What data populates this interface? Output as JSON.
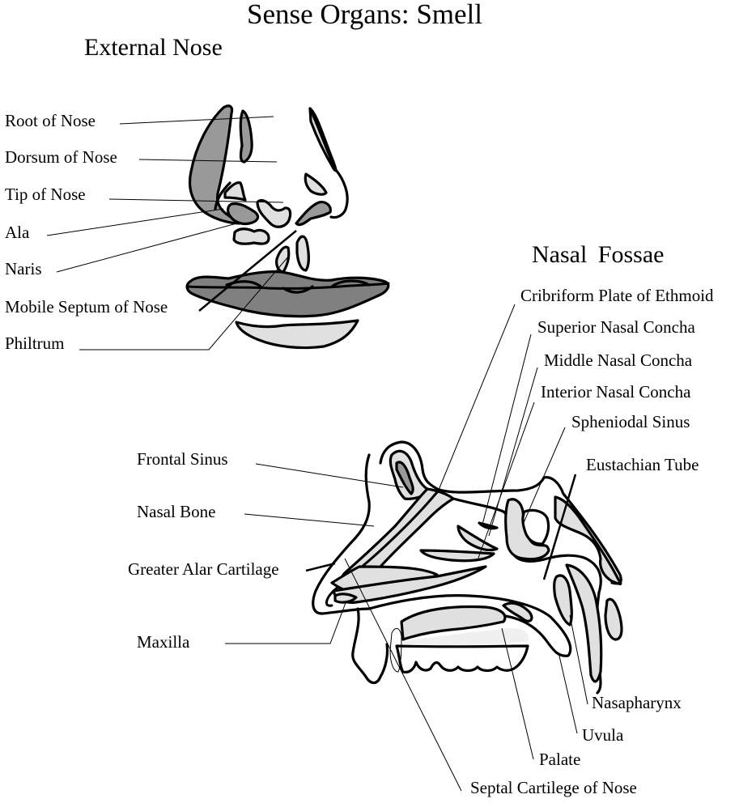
{
  "title": "Sense Organs: Smell",
  "sections": {
    "external_nose": {
      "heading": "External Nose",
      "labels": [
        "Root of Nose",
        "Dorsum of Nose",
        "Tip of Nose",
        "Ala",
        "Naris",
        "Mobile Septum of Nose",
        "Philtrum"
      ]
    },
    "nasal_fossae": {
      "heading": "Nasal  Fossae",
      "labels_right": [
        "Cribriform Plate of Ethmoid",
        "Superior Nasal Concha",
        "Middle Nasal Concha",
        "Interior Nasal Concha",
        "Spheniodal Sinus",
        "Eustachian Tube"
      ],
      "labels_left": [
        "Frontal Sinus",
        "Nasal Bone",
        "Greater Alar Cartilage",
        "Maxilla"
      ],
      "labels_bottom": [
        "Nasapharynx",
        "Uvula",
        "Palate",
        "Septal Cartilege of Nose"
      ]
    }
  },
  "colors": {
    "dark_fill": "#999999",
    "lip_fill": "#808080",
    "light_fill": "#e0e0e0",
    "outline": "#000000"
  }
}
